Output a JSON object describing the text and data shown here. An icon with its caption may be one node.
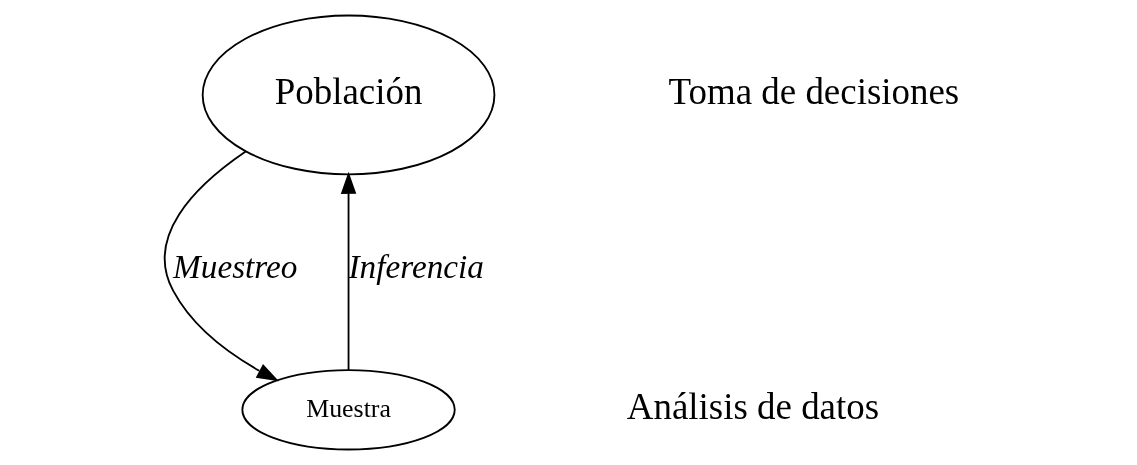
{
  "diagram": {
    "nodes": [
      {
        "text": [
          "Población"
        ]
      },
      {
        "text": [
          "Muestra"
        ]
      }
    ],
    "edges": [
      {
        "from": 0,
        "to": 1,
        "arrow": "to",
        "label": "Muestreo"
      },
      {
        "from": 1,
        "to": 0,
        "arrow": "to",
        "label": "Inferencia"
      }
    ],
    "labels": [
      "Toma de decisiones",
      "Análisis de datos"
    ]
  }
}
